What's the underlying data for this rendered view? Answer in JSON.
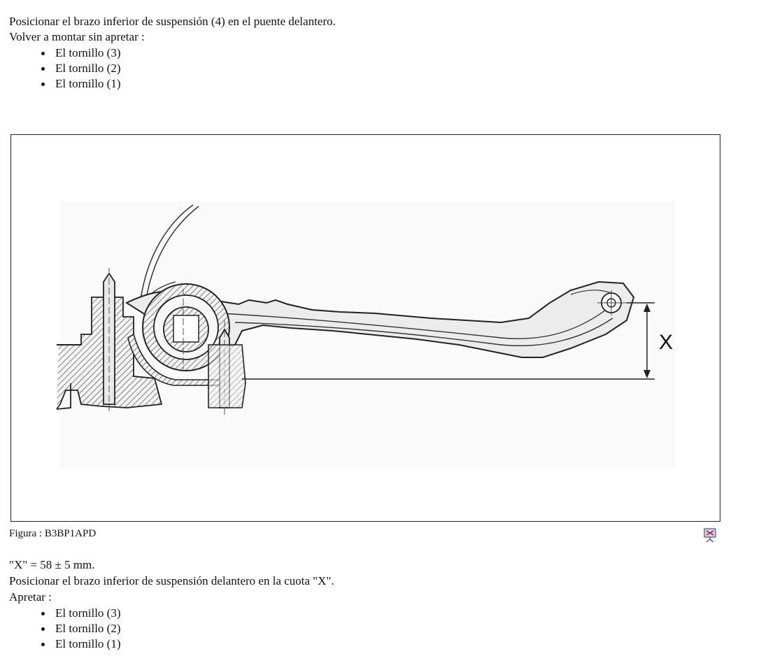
{
  "intro": {
    "line1": "Posicionar el brazo inferior de suspensión (4) en el puente delantero.",
    "line2": "Volver a montar sin apretar :",
    "items": [
      "El tornillo (3)",
      "El tornillo (2)",
      "El tornillo (1)"
    ]
  },
  "figure": {
    "dimension_label": "X",
    "caption": "Figura : B3BP1APD",
    "icon": "print-icon"
  },
  "after": {
    "spec": "\"X\" = 58 ± 5 mm.",
    "line1": "Posicionar el brazo inferior de suspensión delantero en la cuota \"X\".",
    "line2": "Apretar :",
    "items": [
      "El tornillo (3)",
      "El tornillo (2)",
      "El tornillo (1)"
    ]
  }
}
